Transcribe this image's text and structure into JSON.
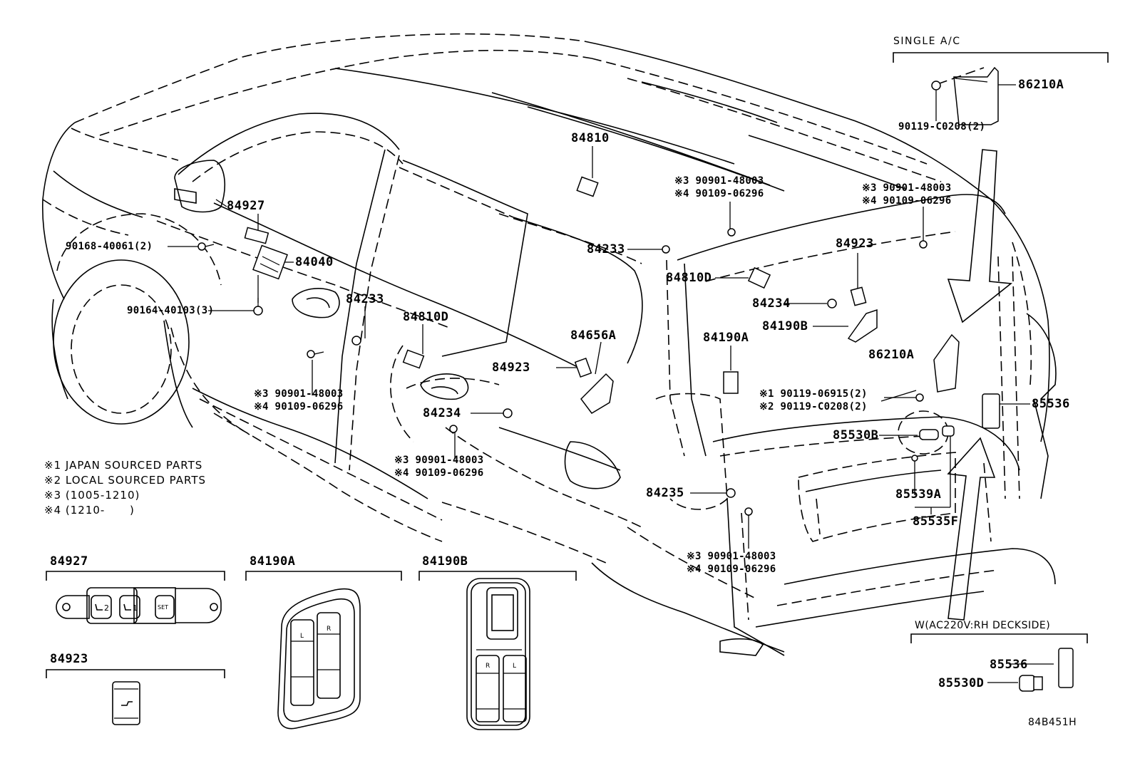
{
  "diagram": {
    "drawing_id": "84B451H",
    "footnotes": [
      {
        "mark": "※1",
        "text": "JAPAN SOURCED PARTS"
      },
      {
        "mark": "※2",
        "text": "LOCAL SOURCED PARTS"
      },
      {
        "mark": "※3",
        "text": "(1005-1210)"
      },
      {
        "mark": "※4",
        "text": "(1210-      )"
      }
    ],
    "callouts": {
      "p84927": "84927",
      "p84040": "84040",
      "p90168": "90168-40061(2)",
      "p90164": "90164-40103(3)",
      "p84233_left": "84233",
      "p84810d_left": "84810D",
      "p84810": "84810",
      "p84233_mid": "84233",
      "p84923_left": "84923",
      "p84656a": "84656A",
      "p84234_left": "84234",
      "p84810d_right": "84810D",
      "p84234_right": "84234",
      "p84923_right": "84923",
      "p84190b": "84190B",
      "p84190a": "84190A",
      "p86210a_body": "86210A",
      "p85536_body": "85536",
      "p85530b": "85530B",
      "p85539a": "85539A",
      "p85535f": "85535F",
      "p84235": "84235",
      "p86210a_inset": "86210A",
      "p90119_c0208_inset": "90119-C0208(2)"
    },
    "screw_notes": {
      "left_door_3": "※3 90901-48003",
      "left_door_4": "※4 90109-06296",
      "rear_door_3": "※3 90901-48003",
      "rear_door_4": "※4 90109-06296",
      "roof_mid_3": "※3 90901-48003",
      "roof_mid_4": "※4 90109-06296",
      "roof_right_3": "※3 90901-48003",
      "roof_right_4": "※4 90109-06296",
      "quarter_3": "※3 90901-48003",
      "quarter_4": "※4 90109-06296",
      "bracket_1": "※1 90119-06915(2)",
      "bracket_2": "※2 90119-C0208(2)"
    },
    "insets": {
      "single_ac": {
        "title": "SINGLE A/C"
      },
      "deckside": {
        "title": "W(AC220V:RH DECKSIDE)",
        "p85536": "85536",
        "p85530d": "85530D"
      },
      "i84927": {
        "title": "84927",
        "buttons": [
          "2",
          "1",
          "SET"
        ]
      },
      "i84923": {
        "title": "84923"
      },
      "i84190a": {
        "title": "84190A",
        "switch_labels": [
          "L",
          "R"
        ]
      },
      "i84190b": {
        "title": "84190B",
        "switch_labels": [
          "R",
          "L"
        ]
      }
    }
  }
}
